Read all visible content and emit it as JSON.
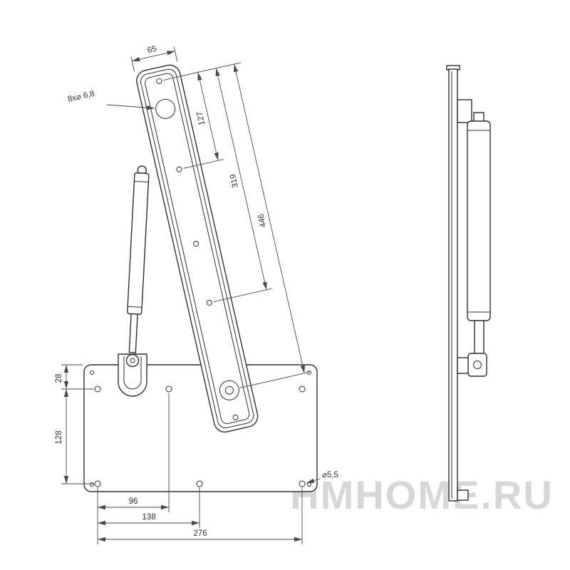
{
  "watermark": {
    "text": "HMHOME.RU"
  },
  "dims": {
    "rail_width": "65",
    "rail_holes_callout": "8x⌀ 6,8",
    "rail_len_a": "127",
    "rail_len_b": "319",
    "rail_len_c": "446",
    "plate_off_top": "28",
    "plate_off_mid": "128",
    "plate_w_a": "96",
    "plate_w_b": "138",
    "plate_w_c": "276",
    "plate_hole_callout": "⌀5,5"
  }
}
